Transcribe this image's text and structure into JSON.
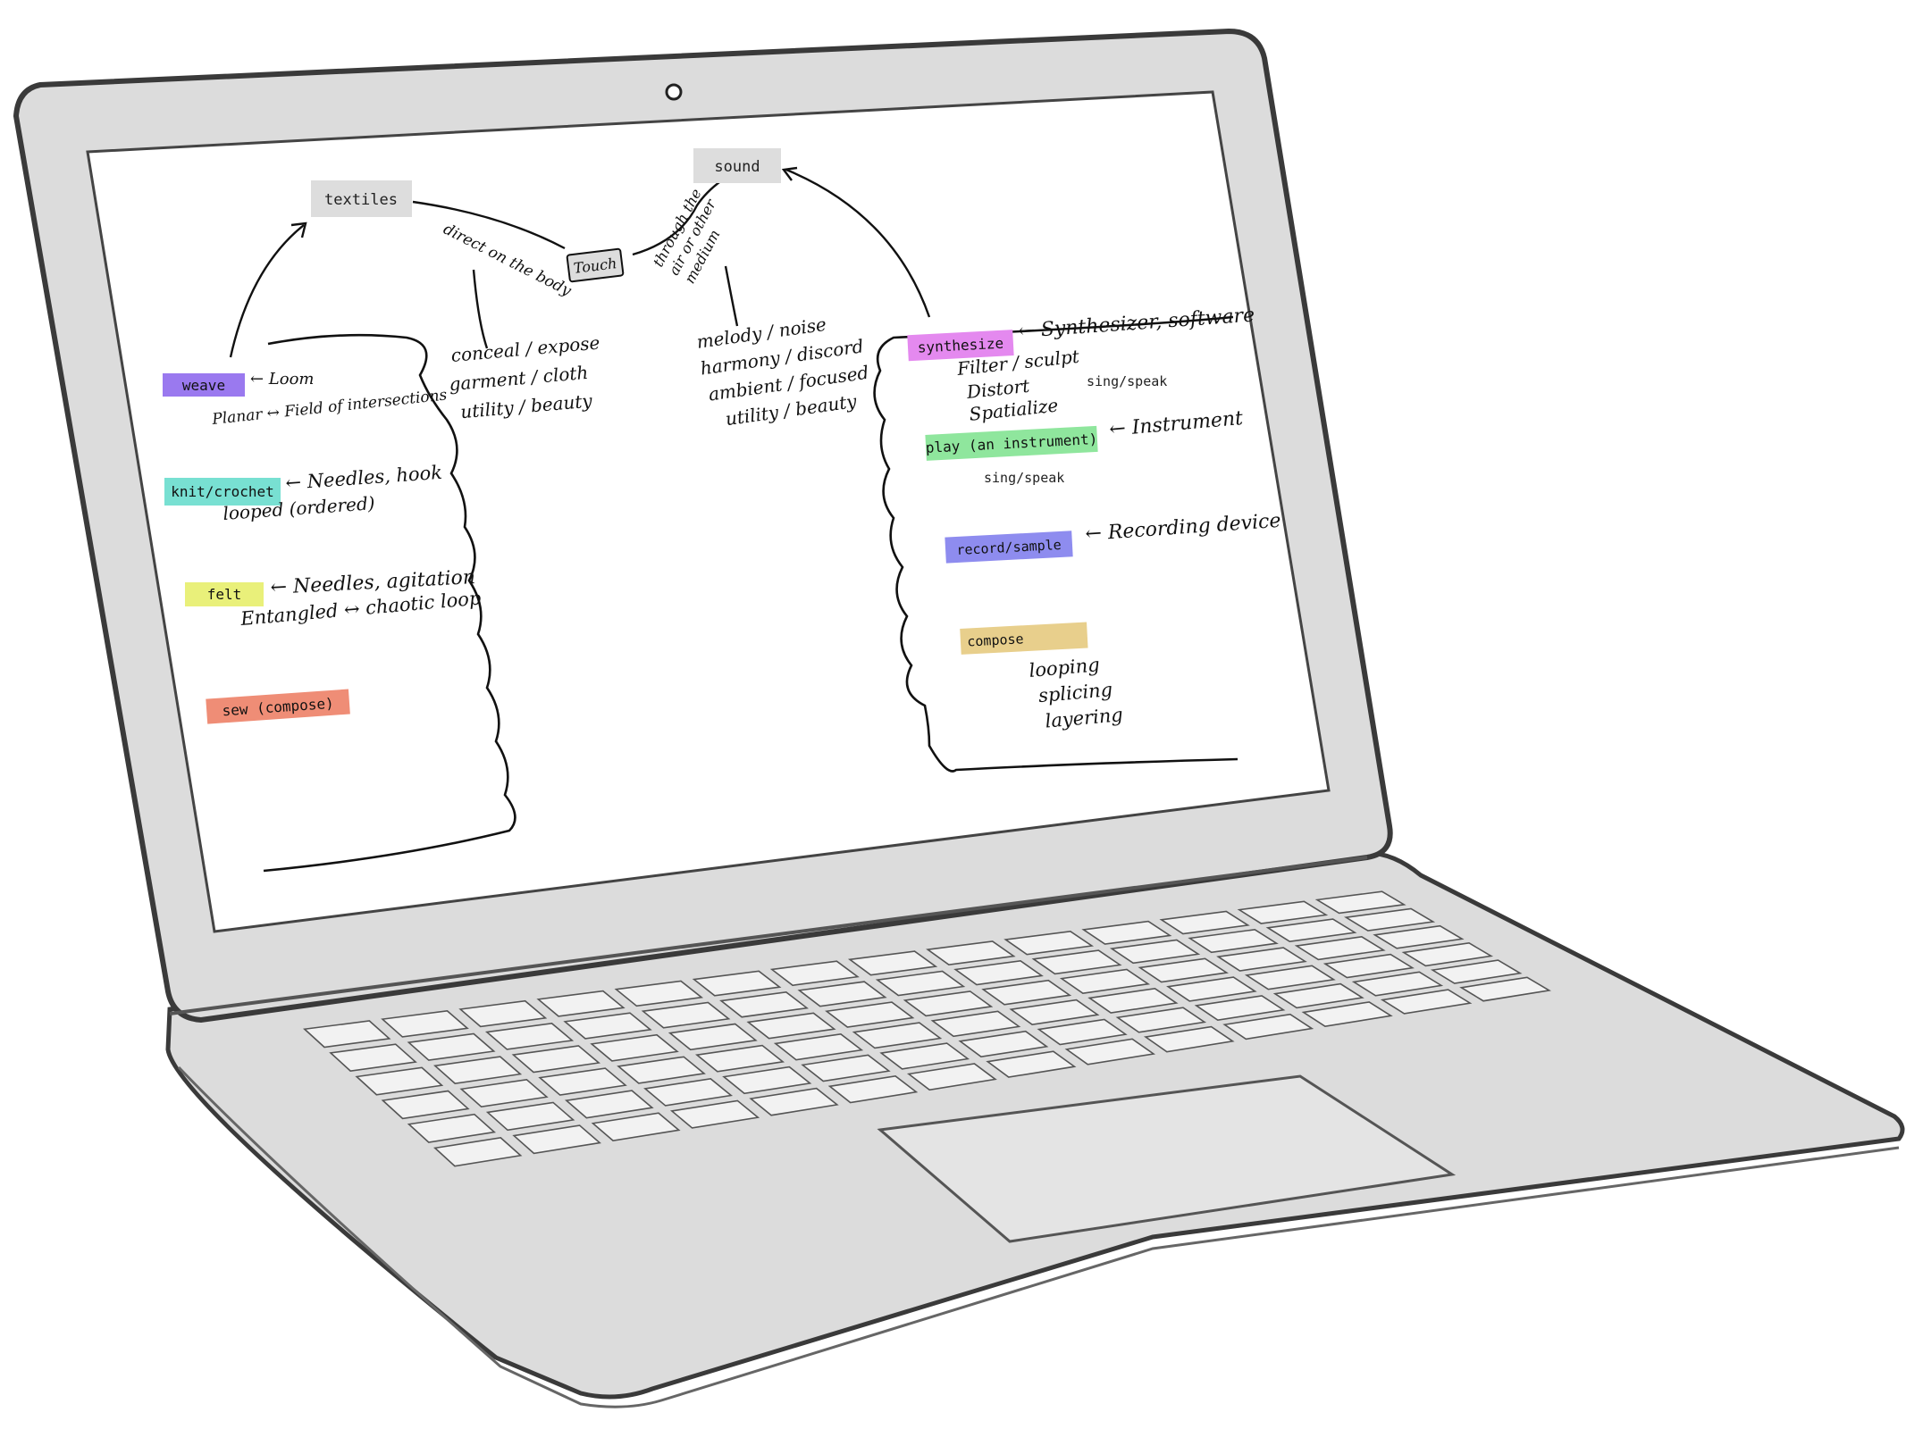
{
  "colors": {
    "weave": "#9a79ef",
    "knit_crochet": "#78e0d2",
    "felt": "#e9f07a",
    "sew": "#ef8d76",
    "synthesize": "#e489ef",
    "play": "#8fe69d",
    "record_sample": "#8e8cef",
    "compose": "#e8cf8c",
    "neutral": "#dddddd",
    "laptop_body": "#dcdcdc",
    "screen": "#ffffff",
    "ink": "#111111"
  },
  "nodes": {
    "textiles": "textiles",
    "sound": "sound",
    "touch": "Touch",
    "weave": "weave",
    "knit_crochet": "knit/crochet",
    "felt": "felt",
    "sew": "sew (compose)",
    "synthesize": "synthesize",
    "play": "play (an instrument)",
    "record_sample": "record/sample",
    "compose": "compose"
  },
  "edges": {
    "direct": "direct on the body",
    "through": [
      "through the",
      "air or other",
      "medium"
    ]
  },
  "notes": {
    "textiles_qualities": [
      "conceal / expose",
      "garment / cloth",
      "utility / beauty"
    ],
    "sound_qualities": [
      "melody / noise",
      "harmony / discord",
      "ambient / focused",
      "utility / beauty"
    ],
    "weave_tool": "← Loom",
    "weave_desc": "Planar ↔ Field of intersections",
    "knit_tool": "← Needles, hook",
    "knit_desc": "looped (ordered)",
    "felt_tool": "← Needles, agitation",
    "felt_desc": "Entangled ↔ chaotic loop",
    "synth_tool": "← Synthesizer, software",
    "synth_desc": [
      "Filter / sculpt",
      "Distort",
      "Spatialize"
    ],
    "sing_speak_1": "sing/speak",
    "play_tool": "← Instrument",
    "sing_speak_2": "sing/speak",
    "record_tool": "← Recording device",
    "compose_desc": [
      "looping",
      "splicing",
      "layering"
    ]
  }
}
